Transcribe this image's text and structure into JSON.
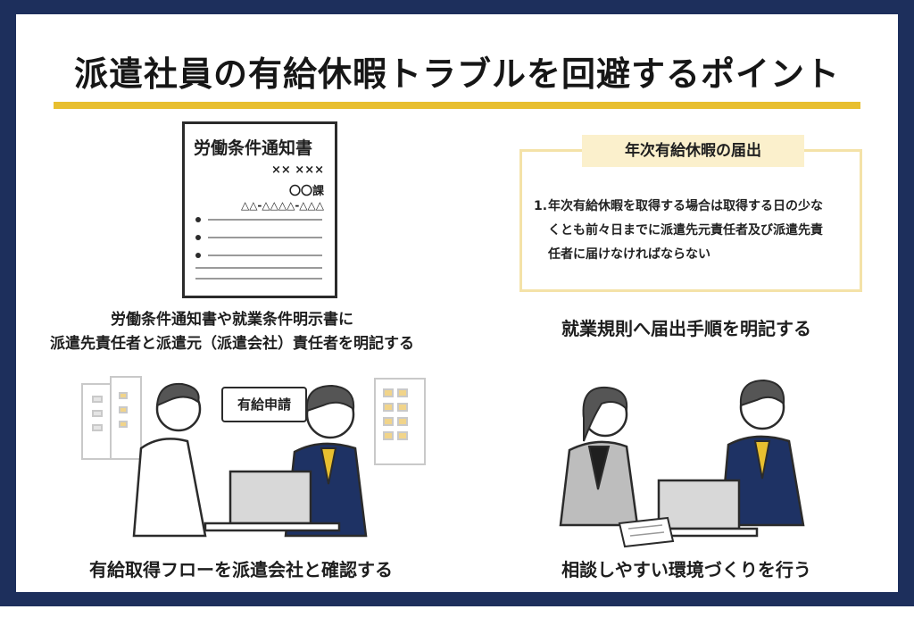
{
  "title": "派遣社員の有給休暇トラブルを回避するポイント",
  "colors": {
    "frame": "#1d2f5c",
    "accent": "#e8bf2f",
    "notice_border": "#f4e2a8",
    "notice_head_bg": "#fbf0cc",
    "suit": "#1e3264"
  },
  "document": {
    "title": "労働条件通知書",
    "line_1": "×× ×××",
    "line_2": "〇〇課",
    "line_3": "△△-△△△△-△△△"
  },
  "captions": {
    "top_left_1": "労働条件通知書や就業条件明示書に",
    "top_left_2": "派遣先責任者と派遣元（派遣会社）責任者を明記する",
    "top_right": "就業規則へ届出手順を明記する",
    "bottom_left": "有給取得フローを派遣会社と確認する",
    "bottom_right": "相談しやすい環境づくりを行う"
  },
  "notice": {
    "heading": "年次有給休暇の届出",
    "number": "1.",
    "line_1": "年次有給休暇を取得する場合は取得する日の少な",
    "line_2": "くとも前々日までに派遣先元責任者及び派遣先責",
    "line_3": "任者に届けなければならない"
  },
  "speech_bubble": "有給申請",
  "icons": [
    "document-icon",
    "building-icon",
    "laptop-icon",
    "person-icon"
  ]
}
